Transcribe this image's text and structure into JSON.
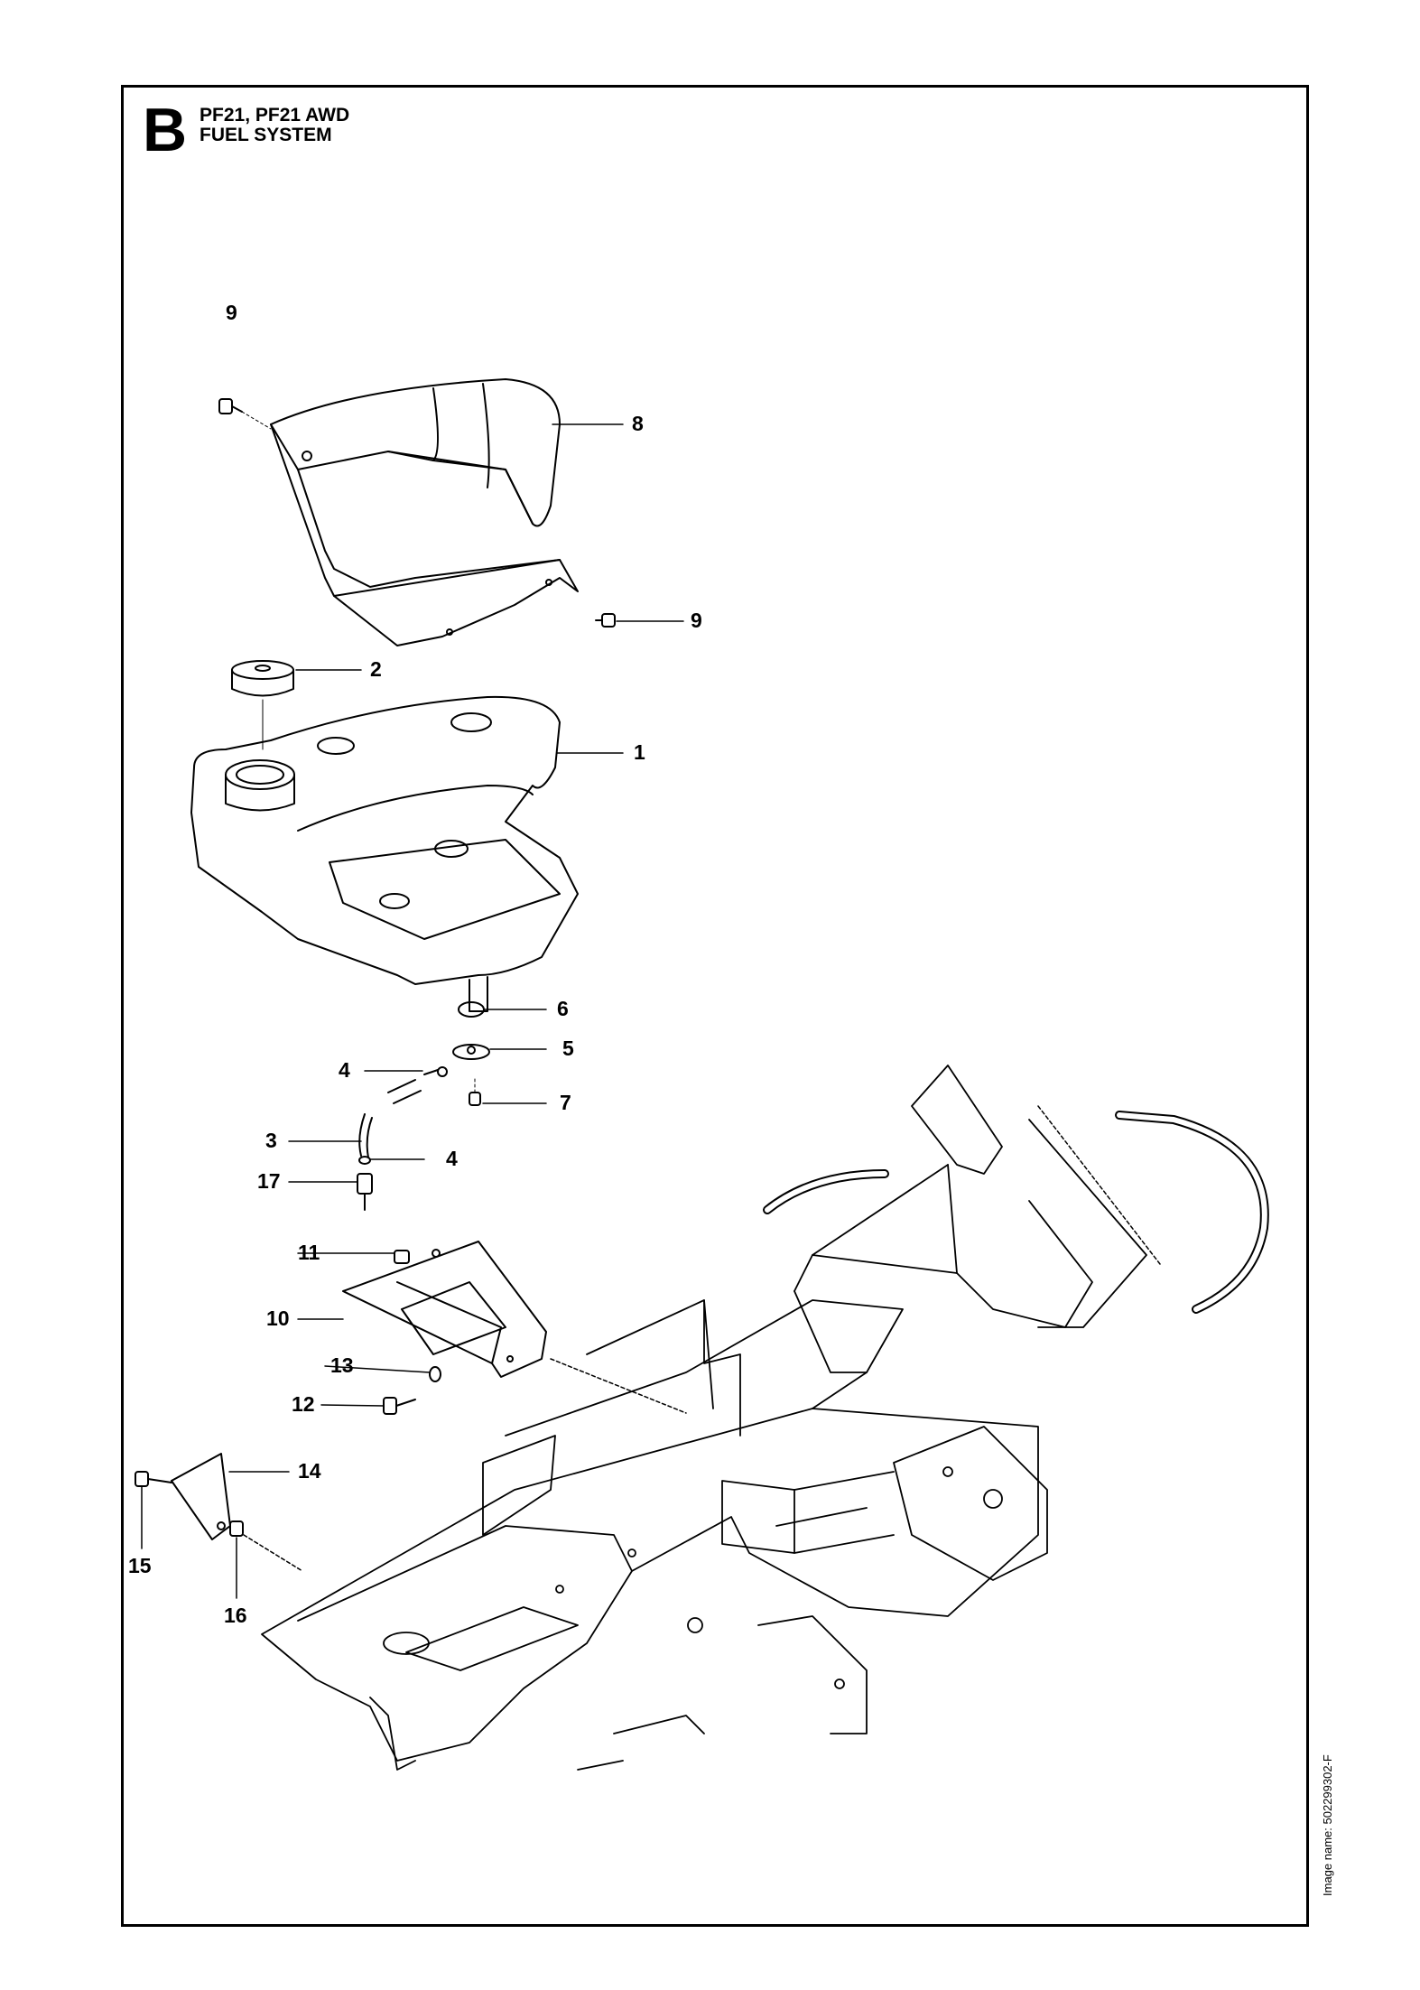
{
  "header": {
    "section_letter": "B",
    "title_line_1": "PF21, PF21 AWD",
    "title_line_2": "FUEL SYSTEM"
  },
  "image_name": "Image name: 502299302-F",
  "callouts": {
    "c1": "1",
    "c2": "2",
    "c3": "3",
    "c4a": "4",
    "c4b": "4",
    "c5": "5",
    "c6": "6",
    "c7": "7",
    "c8": "8",
    "c9a": "9",
    "c9b": "9",
    "c10": "10",
    "c11": "11",
    "c12": "12",
    "c13": "13",
    "c14": "14",
    "c15": "15",
    "c16": "16",
    "c17": "17"
  }
}
